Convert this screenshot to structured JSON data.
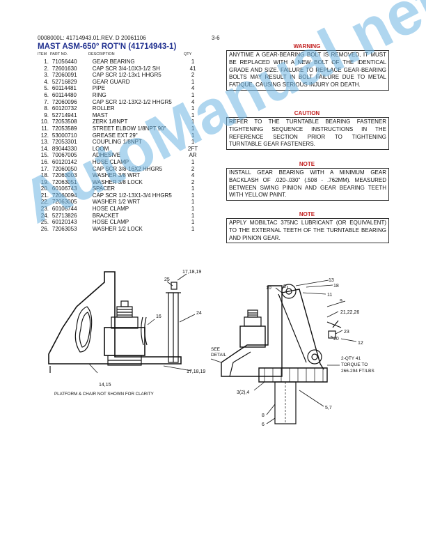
{
  "header": {
    "doc_ref": "0008000L: 41714943.01.REV. D 20061106",
    "page": "3-6"
  },
  "title": "MAST ASM-650° ROT'N (41714943-1)",
  "columns": {
    "item": "ITEM",
    "part_no": "PART NO.",
    "description": "DESCRIPTION",
    "qty": "QTY"
  },
  "parts": [
    {
      "no": "1.",
      "pn": "71056440",
      "desc": "GEAR BEARING",
      "qty": "1"
    },
    {
      "no": "2.",
      "pn": "72601630",
      "desc": "CAP SCR 3/4-10X3-1/2 SH",
      "qty": "41"
    },
    {
      "no": "3.",
      "pn": "72060091",
      "desc": "CAP SCR 1/2-13x1 HHGR5",
      "qty": "2"
    },
    {
      "no": "4.",
      "pn": "52716829",
      "desc": "GEAR GUARD",
      "qty": "1"
    },
    {
      "no": "5.",
      "pn": "60114481",
      "desc": "PIPE",
      "qty": "4"
    },
    {
      "no": "6.",
      "pn": "60114480",
      "desc": "RING",
      "qty": "1"
    },
    {
      "no": "7.",
      "pn": "72060096",
      "desc": "CAP SCR 1/2-13X2-1/2 HHGR5",
      "qty": "4"
    },
    {
      "no": "8.",
      "pn": "60120732",
      "desc": "ROLLER",
      "qty": "1"
    },
    {
      "no": "9.",
      "pn": "52714941",
      "desc": "MAST",
      "qty": "1"
    },
    {
      "no": "10.",
      "pn": "72053508",
      "desc": "ZERK 1/8NPT",
      "qty": "1"
    },
    {
      "no": "11.",
      "pn": "72053589",
      "desc": "STREET ELBOW 1/8NPT 90°",
      "qty": "1"
    },
    {
      "no": "12.",
      "pn": "53000710",
      "desc": "GREASE EXT 29\"",
      "qty": "1"
    },
    {
      "no": "13.",
      "pn": "72053301",
      "desc": "COUPLING 1/8NPT",
      "qty": "1"
    },
    {
      "no": "14.",
      "pn": "89044330",
      "desc": "LOOM",
      "qty": "2FT"
    },
    {
      "no": "15.",
      "pn": "70067005",
      "desc": "ADHESIVE",
      "qty": "AR"
    },
    {
      "no": "16.",
      "pn": "60120142",
      "desc": "HOSE CLAMP",
      "qty": "1"
    },
    {
      "no": "17.",
      "pn": "72060050",
      "desc": "CAP SCR 3/8-16X2 HHGR5",
      "qty": "2"
    },
    {
      "no": "18.",
      "pn": "72063003",
      "desc": "WASHER 3/8 WRT",
      "qty": "4"
    },
    {
      "no": "19.",
      "pn": "72063051",
      "desc": "WASHER 3/8 LOCK",
      "qty": "2"
    },
    {
      "no": "20.",
      "pn": "60106743",
      "desc": "SPACER",
      "qty": "1"
    },
    {
      "no": "21.",
      "pn": "72060094",
      "desc": "CAP SCR 1/2-13X1-3/4 HHGR5",
      "qty": "1"
    },
    {
      "no": "22.",
      "pn": "72063005",
      "desc": "WASHER 1/2 WRT",
      "qty": "1"
    },
    {
      "no": "23.",
      "pn": "60106744",
      "desc": "HOSE CLAMP",
      "qty": "1"
    },
    {
      "no": "24.",
      "pn": "52713826",
      "desc": "BRACKET",
      "qty": "1"
    },
    {
      "no": "25.",
      "pn": "60120143",
      "desc": "HOSE CLAMP",
      "qty": "1"
    },
    {
      "no": "26.",
      "pn": "72063053",
      "desc": "WASHER 1/2 LOCK",
      "qty": "1"
    }
  ],
  "notes": {
    "warning": {
      "heading": "WARNING",
      "text": "ANYTIME A GEAR-BEARING BOLT IS REMOVED, IT MUST BE REPLACED WITH A NEW BOLT OF THE IDENTICAL GRADE AND SIZE. FAILURE TO REPLACE GEAR-BEARING BOLTS MAY RESULT IN BOLT FAILURE DUE TO METAL FATIQUE, CAUSING SERIOUS INJURY OR DEATH."
    },
    "caution": {
      "heading": "CAUTION",
      "text": "REFER TO THE TURNTABLE BEARING FASTENER TIGHTENING SEQUENCE INSTRUCTIONS IN THE REFERENCE SECTION PRIOR TO TIGHTENING TURNTABLE GEAR FASTENERS."
    },
    "note1": {
      "heading": "NOTE",
      "text": "INSTALL GEAR BEARING WITH A MINIMUM GEAR BACKLASH OF .020-.030\" (.508 - .762mm). MEASURED BETWEEN SWING PINION AND GEAR BEARING TEETH WITH YELLOW PAINT."
    },
    "note2": {
      "heading": "NOTE",
      "text": "APPLY MOBILTAC 375NC LUBRICANT (OR EQUIVALENT) TO THE EXTERNAL TEETH OF THE TURNTABLE BEARING AND PINION GEAR."
    }
  },
  "drawing_left": {
    "callouts": {
      "c1": "17,18,19",
      "c2": "25",
      "c3": "16",
      "c4": "24",
      "c5": "17,18,19",
      "c6": "14,15"
    },
    "caption": "PLATFORM & CHAIR NOT SHOWN FOR CLARITY",
    "see_detail": "SEE\nDETAIL"
  },
  "drawing_right": {
    "callouts": {
      "c10": "10",
      "c8": "8",
      "c13": "13",
      "c18": "18",
      "c11": "11",
      "c9": "9",
      "c21": "21,22,26",
      "c23": "23",
      "c20": "20",
      "c12": "12",
      "c3": "3(2),4",
      "c57": "5,7",
      "c8b": "8",
      "c6": "6"
    },
    "torque_note": [
      "2-QTY 41",
      "TORQUE TO",
      "266-294 FT/LBS"
    ]
  },
  "watermark": "AutoManual.net",
  "colors": {
    "title": "#1f2f8f",
    "heading": "#c21d1d",
    "watermark": "#6eb4e1"
  }
}
